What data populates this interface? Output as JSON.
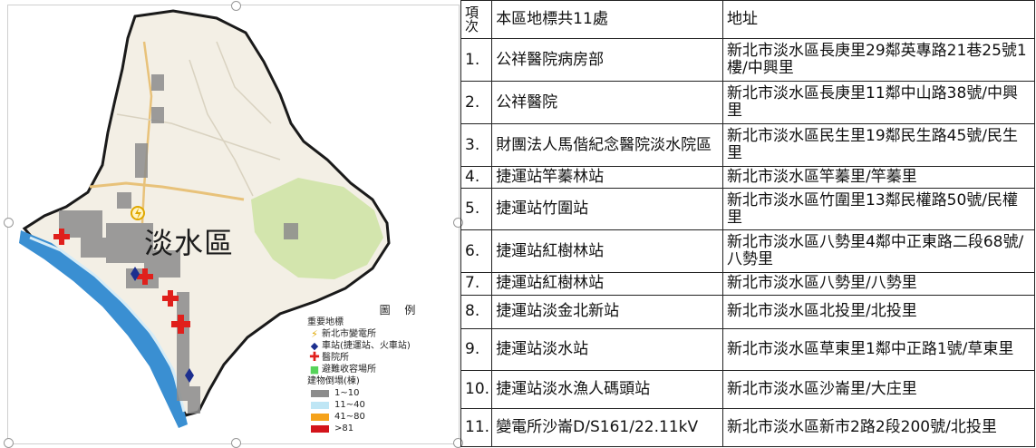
{
  "map": {
    "district_label": "淡水區",
    "district_colors": {
      "land": "#f3efe5",
      "park": "#cfe3a6",
      "water": "#3a8fd2",
      "road": "#e8c27a",
      "boundary": "#1a1a1a"
    },
    "legend": {
      "title": "圖 例",
      "section_landmarks": "重要地標",
      "items": [
        {
          "label": "新北市變電所",
          "icon": "lightning-circle-icon",
          "color": "#e0a800"
        },
        {
          "label": "車站(捷運站、火車站)",
          "icon": "blue-diamond-icon",
          "color": "#1c2f8f"
        },
        {
          "label": "醫院所",
          "icon": "red-cross-icon",
          "color": "#e0201c"
        },
        {
          "label": "避難收容場所",
          "icon": "green-square-icon",
          "color": "#56d35a"
        }
      ],
      "section_buildings": "建物倒塌(棟)",
      "ranges": [
        {
          "label": "1~10",
          "color": "#8c8c8c"
        },
        {
          "label": "11~40",
          "color": "#bfe6f5"
        },
        {
          "label": "41~80",
          "color": "#f5a21b"
        },
        {
          "label": ">81",
          "color": "#d3141b"
        }
      ]
    }
  },
  "table": {
    "headers": [
      "項次",
      "本區地標共11處",
      "地址"
    ],
    "rows": [
      {
        "no": "1.",
        "name": "公祥醫院病房部",
        "address": "新北市淡水區長庚里29鄰英專路21巷25號1樓/中興里"
      },
      {
        "no": "2.",
        "name": "公祥醫院",
        "address": "新北市淡水區長庚里11鄰中山路38號/中興里"
      },
      {
        "no": "3.",
        "name": "財團法人馬偕紀念醫院淡水院區",
        "address": "新北市淡水區民生里19鄰民生路45號/民生里"
      },
      {
        "no": "4.",
        "name": "捷運站竿蓁林站",
        "address": "新北市淡水區竿蓁里/竿蓁里"
      },
      {
        "no": "5.",
        "name": "捷運站竹圍站",
        "address": "新北市淡水區竹圍里13鄰民權路50號/民權里"
      },
      {
        "no": "6.",
        "name": "捷運站紅樹林站",
        "address": "新北市淡水區八勢里4鄰中正東路二段68號/八勢里"
      },
      {
        "no": "7.",
        "name": "捷運站紅樹林站",
        "address": "新北市淡水區八勢里/八勢里"
      },
      {
        "no": "8.",
        "name": "捷運站淡金北新站",
        "address": "新北市淡水區北投里/北投里"
      },
      {
        "no": "9.",
        "name": "捷運站淡水站",
        "address": "新北市淡水區草東里1鄰中正路1號/草東里"
      },
      {
        "no": "10.",
        "name": "捷運站淡水漁人碼頭站",
        "address": "新北市淡水區沙崙里/大庄里"
      },
      {
        "no": "11.",
        "name": "變電所沙崙D/S161/22.11kV",
        "address": "新北市淡水區新市2路2段200號/北投里"
      }
    ]
  }
}
